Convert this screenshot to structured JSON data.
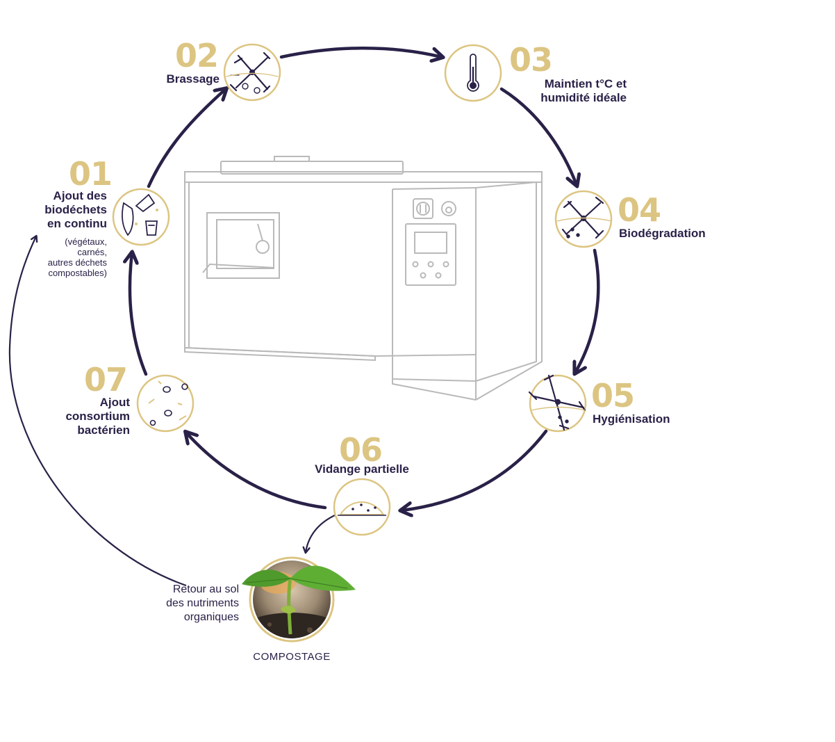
{
  "steps": [
    {
      "id": "01",
      "number": "01",
      "label_lines": [
        "Ajout des",
        "biodéchets",
        "en continu"
      ],
      "sub_lines": [
        "(végétaux,",
        "carnés,",
        "autres déchets",
        "compostables)"
      ],
      "icon": "waste-icon"
    },
    {
      "id": "02",
      "number": "02",
      "label_lines": [
        "Brassage"
      ],
      "icon": "mixing-icon"
    },
    {
      "id": "03",
      "number": "03",
      "label_lines": [
        "Maintien t°C et",
        "humidité idéale"
      ],
      "icon": "thermometer-icon"
    },
    {
      "id": "04",
      "number": "04",
      "label_lines": [
        "Biodégradation"
      ],
      "icon": "mixing-blades-icon"
    },
    {
      "id": "05",
      "number": "05",
      "label_lines": [
        "Hygiénisation"
      ],
      "icon": "mixing-blades-icon"
    },
    {
      "id": "06",
      "number": "06",
      "label_lines": [
        "Vidange partielle"
      ],
      "icon": "compost-pile-icon"
    },
    {
      "id": "07",
      "number": "07",
      "label_lines": [
        "Ajout",
        "consortium",
        "bactérien"
      ],
      "icon": "bacteria-icon"
    }
  ],
  "return_text_lines": [
    "Retour au sol",
    "des nutriments",
    "organiques"
  ],
  "compost_label": "COMPOSTAGE",
  "colors": {
    "accent": "#dcc582",
    "primary": "#2a2148",
    "line": "#c9c9c9"
  }
}
